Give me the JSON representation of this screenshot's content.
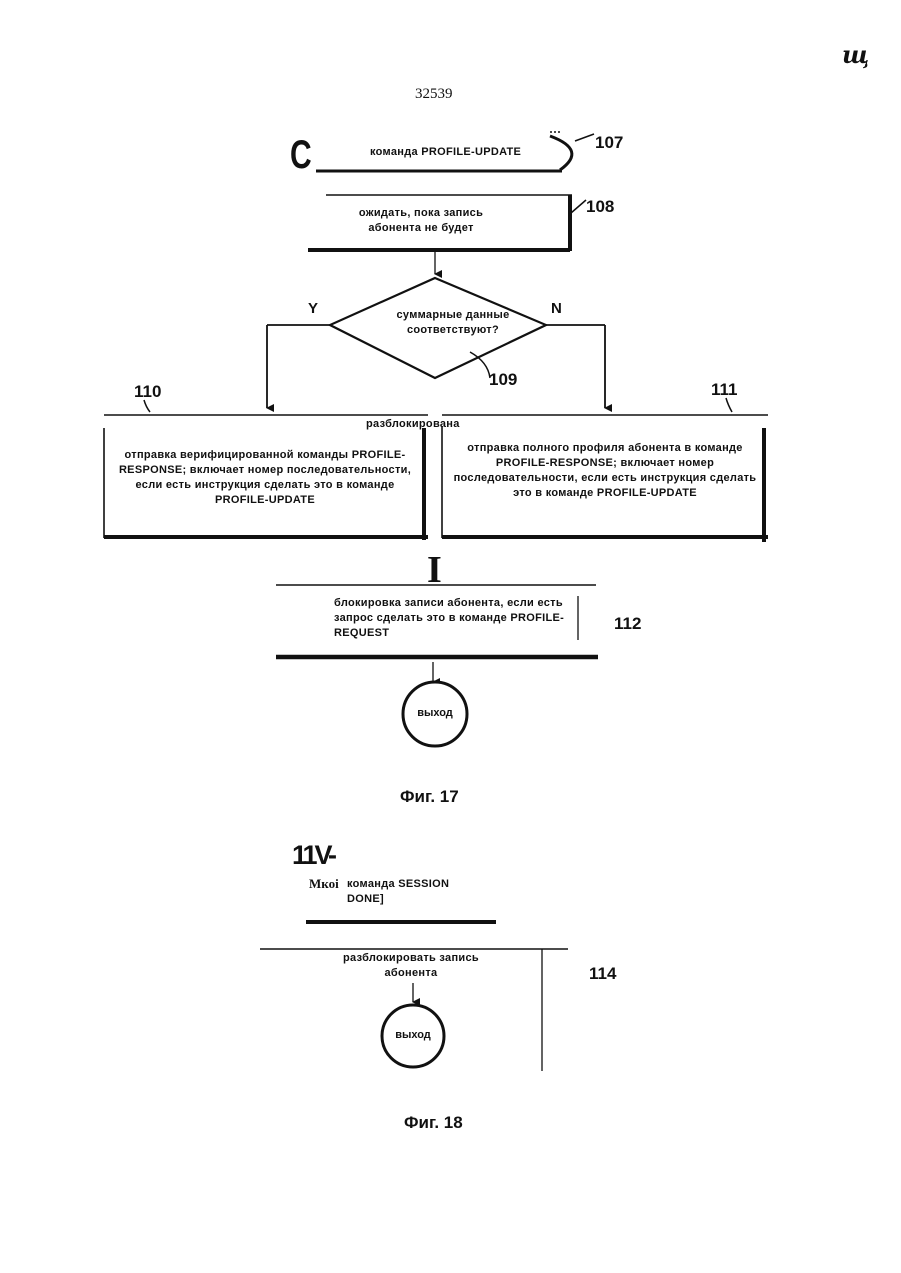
{
  "header": {
    "corner_mark": "щ",
    "doc_number": "32539"
  },
  "fig17": {
    "start_letter": "C",
    "start_label": "команда PROFILE-UPDATE",
    "start_ref": "107",
    "wait_label": "ожидать, пока запись абонента не будет",
    "wait_ref": "108",
    "decision_label": "суммарные данные соответствуют?",
    "decision_ref": "109",
    "yes_label": "Y",
    "no_label": "N",
    "left_ref": "110",
    "right_ref": "111",
    "unlocked_label": "разблокирована",
    "left_box_label": "отправка верифицированной команды PROFILE-RESPONSE; включает номер последовательности, если есть инструкция сделать это в команде PROFILE-UPDATE",
    "right_box_label": "отправка полного профиля абонента в команде PROFILE-RESPONSE; включает номер последовательности, если есть инструкция сделать это в команде PROFILE-UPDATE",
    "merge_mark": "I",
    "lock_label": "блокировка записи абонента, если есть запрос сделать это в команде PROFILE-REQUEST",
    "lock_ref": "112",
    "exit_label": "выход",
    "caption": "Фиг. 17"
  },
  "fig18": {
    "start_ref": "11V-",
    "start_prefix": "Мкоі",
    "start_label": "команда SESSION DONE]",
    "unlock_label": "разблокировать запись абонента",
    "unlock_ref": "114",
    "exit_label": "выход",
    "caption": "Фиг. 18"
  }
}
